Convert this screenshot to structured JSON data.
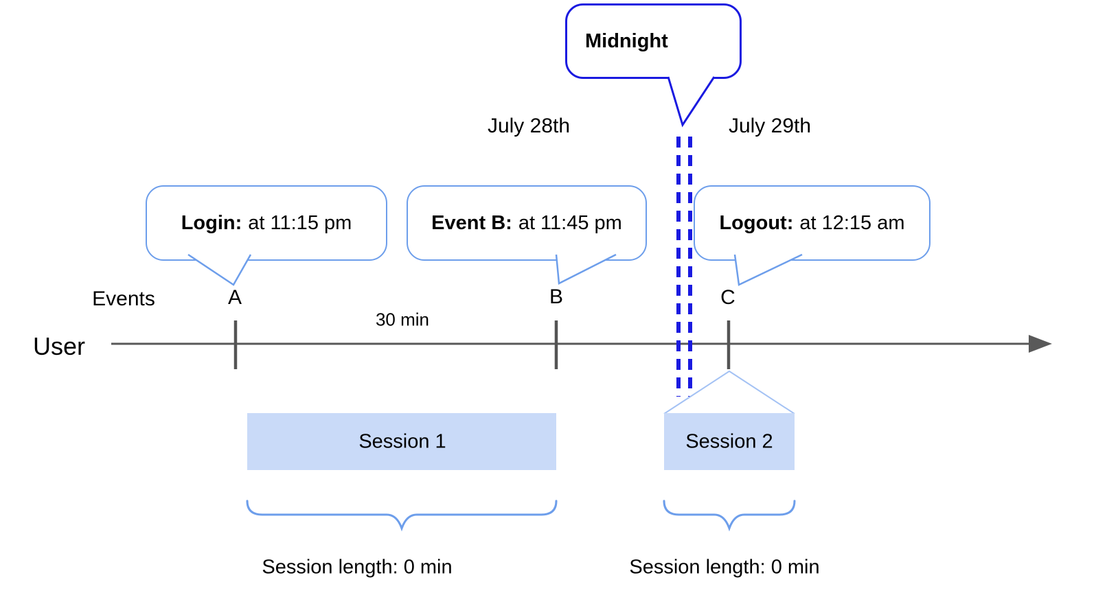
{
  "colors": {
    "midnight_blue": "#1a1ae0",
    "callout_blue": "#6d9eeb",
    "session_fill": "#c9daf8",
    "funnel_stroke": "#a4c2f4",
    "axis_gray": "#595959"
  },
  "dates": {
    "before_midnight": "July 28th",
    "after_midnight": "July 29th"
  },
  "callouts": {
    "midnight": "Midnight",
    "login_label": "Login:",
    "login_time": "at 11:15 pm",
    "event_b_label": "Event B:",
    "event_b_time": "at 11:45 pm",
    "logout_label": "Logout:",
    "logout_time": "at 12:15 am"
  },
  "timeline": {
    "events_label": "Events",
    "row_label": "User",
    "marker_a": "A",
    "marker_b": "B",
    "marker_c": "C",
    "interval": "30 min"
  },
  "sessions": {
    "session1": {
      "name": "Session 1",
      "length": "Session length: 0 min"
    },
    "session2": {
      "name": "Session 2",
      "length": "Session length: 0 min"
    }
  }
}
